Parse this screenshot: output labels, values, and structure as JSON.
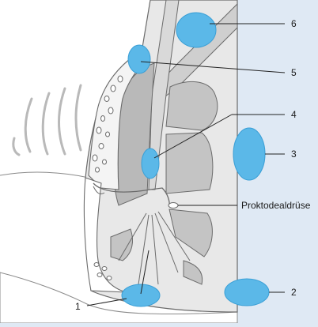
{
  "diagram": {
    "labels": {
      "l1": "1",
      "l2": "2",
      "l3": "3",
      "l4": "4",
      "l5": "5",
      "l6": "6",
      "proktodeal": "Proktodealdrüse"
    },
    "colors": {
      "background": "#dfe9f4",
      "panel": "#ffffff",
      "tissue_light": "#e8e8e8",
      "tissue_mid": "#cfcfcf",
      "tissue_dark": "#b9b9b9",
      "outline": "#6b6b6b",
      "abscess": "#5bb8e8",
      "abscess_stroke": "#3a9fd6",
      "leader": "#222222"
    }
  }
}
